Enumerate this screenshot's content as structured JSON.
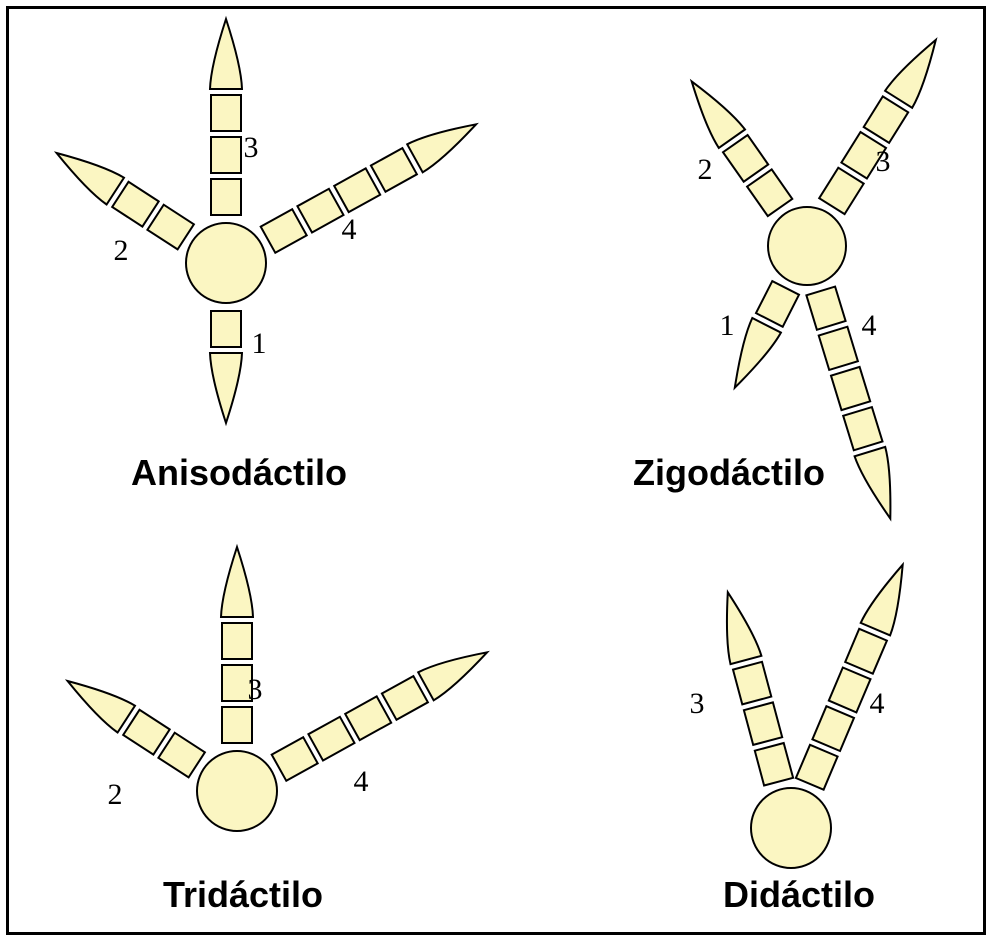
{
  "colors": {
    "fill": "#FBF6C2",
    "stroke": "#000000",
    "background": "#FFFFFF"
  },
  "feet": [
    {
      "id": "anisodactyl",
      "title": "Anisodáctilo",
      "toes": [
        {
          "label": "1",
          "phalanges": 1
        },
        {
          "label": "2",
          "phalanges": 2
        },
        {
          "label": "3",
          "phalanges": 3
        },
        {
          "label": "4",
          "phalanges": 4
        }
      ]
    },
    {
      "id": "zygodactyl",
      "title": "Zigodáctilo",
      "toes": [
        {
          "label": "1",
          "phalanges": 1
        },
        {
          "label": "2",
          "phalanges": 2
        },
        {
          "label": "3",
          "phalanges": 3
        },
        {
          "label": "4",
          "phalanges": 4
        }
      ]
    },
    {
      "id": "tridactyl",
      "title": "Tridáctilo",
      "toes": [
        {
          "label": "2",
          "phalanges": 2
        },
        {
          "label": "3",
          "phalanges": 3
        },
        {
          "label": "4",
          "phalanges": 4
        }
      ]
    },
    {
      "id": "didactyl",
      "title": "Didáctilo",
      "toes": [
        {
          "label": "3",
          "phalanges": 3
        },
        {
          "label": "4",
          "phalanges": 4
        }
      ]
    }
  ]
}
